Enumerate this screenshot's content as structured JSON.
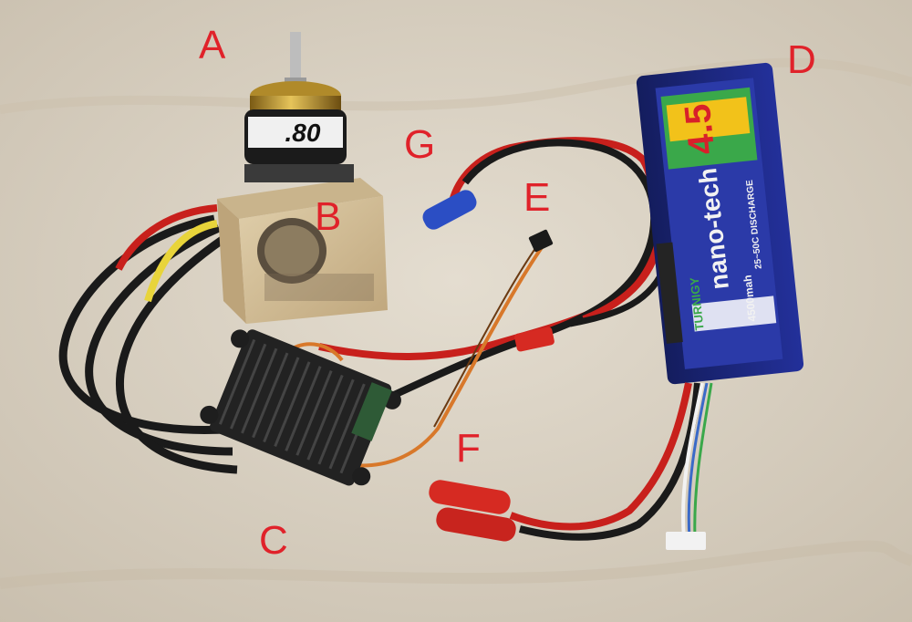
{
  "labels": {
    "a": "A",
    "b": "B",
    "c": "C",
    "d": "D",
    "e": "E",
    "f": "F",
    "g": "G"
  },
  "motor": {
    "model": ".80"
  },
  "battery": {
    "brand": "TURNIGY",
    "series": "nano-tech",
    "rating": "4.5",
    "capacity": "4500mah",
    "discharge": "25~50C DISCHARGE"
  },
  "colors": {
    "label": "#e0222a",
    "background": "#d9d0c2",
    "wire_red": "#c8201c",
    "wire_black": "#1a1a1a",
    "wood": "#d6c39d",
    "battery_blue": "#1c2a8a",
    "battery_green": "#3aa84a",
    "battery_yellow": "#f2c21a",
    "connector_blue": "#2b4ec4",
    "connector_red": "#d62a22"
  }
}
